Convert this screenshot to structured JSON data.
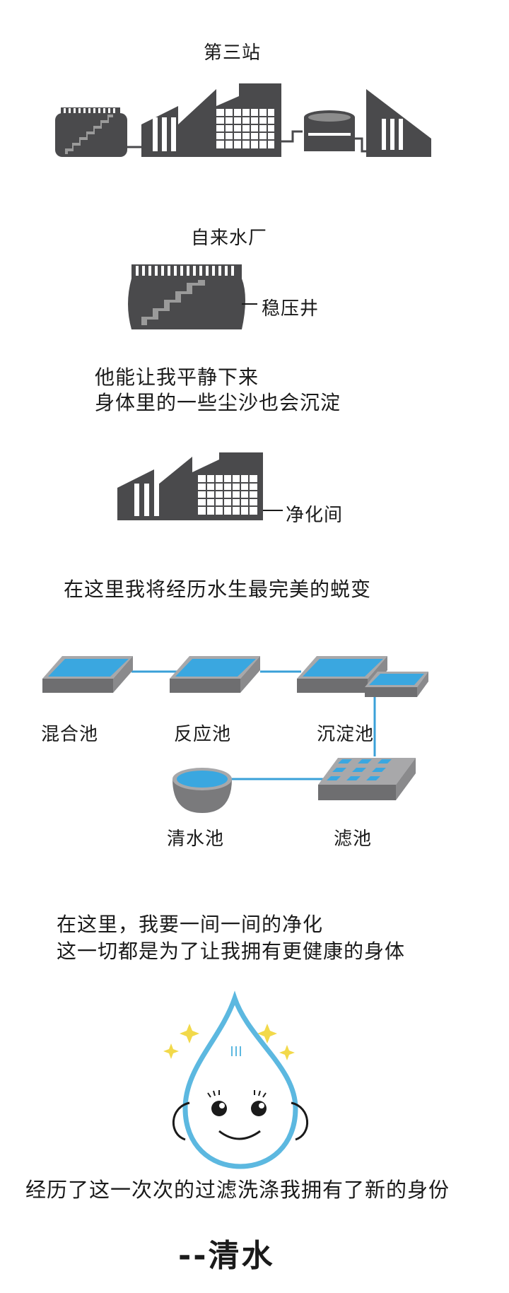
{
  "station": {
    "title": "第三站"
  },
  "plant": {
    "title": "自来水厂"
  },
  "well": {
    "label": "稳压井",
    "text_line1": "他能让我平静下来",
    "text_line2": "身体里的一些尘沙也会沉淀"
  },
  "purify_room": {
    "label": "净化间",
    "text": "在这里我将经历水生最完美的蜕变"
  },
  "pools": {
    "mixing": "混合池",
    "reaction": "反应池",
    "settling": "沉淀池",
    "clear": "清水池",
    "filter": "滤池"
  },
  "purify_text": {
    "line1": "在这里，我要一间一间的净化",
    "line2": "这一切都是为了让我拥有更健康的身体"
  },
  "ending": {
    "line": "经历了这一次次的过滤洗涤我拥有了新的身份",
    "result": "--清水"
  },
  "colors": {
    "factory_gray": "#4a4a4c",
    "pool_blue": "#3aa7e0",
    "pipe_blue": "#3aa0d8",
    "drop_outline": "#5cb8e0",
    "sparkle_yellow": "#f2d94a"
  },
  "icons": [
    "factory-icon",
    "pressure-well-icon",
    "purification-building-icon",
    "pool-icon",
    "water-drop-mascot-icon",
    "sparkle-icon"
  ]
}
